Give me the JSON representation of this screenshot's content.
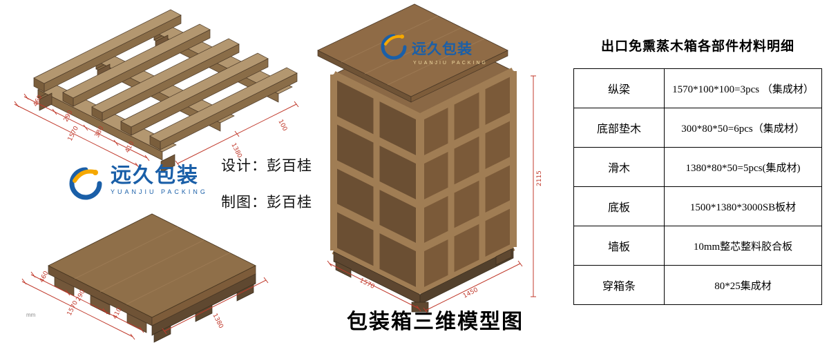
{
  "page": {
    "units_note": "mm"
  },
  "title": "包装箱三维模型图",
  "logo": {
    "cn": "远久包装",
    "en": "YUANJIU PACKING"
  },
  "credits": {
    "design": "设计：彭百桂",
    "draft": "制图：彭百桂"
  },
  "table": {
    "title": "出口免熏蒸木箱各部件材料明细",
    "rows": [
      {
        "part": "纵梁",
        "spec": "1570*100*100=3pcs （集成材）"
      },
      {
        "part": "底部垫木",
        "spec": "300*80*50=6pcs（集成材）"
      },
      {
        "part": "滑木",
        "spec": "1380*80*50=5pcs(集成材)"
      },
      {
        "part": "底板",
        "spec": "1500*1380*3000SB板材"
      },
      {
        "part": "墙板",
        "spec": "10mm整芯整料胶合板"
      },
      {
        "part": "穿箱条",
        "spec": "80*25集成材"
      }
    ]
  },
  "dims": {
    "frame": {
      "left": [
        "460",
        "290",
        "380",
        "410",
        "1570"
      ],
      "right": [
        "1380",
        "100"
      ]
    },
    "deck": {
      "left": [
        "460",
        "290",
        "410",
        "1570"
      ],
      "right": [
        "1380"
      ]
    },
    "crate": {
      "height": "2115",
      "base_right": "1450",
      "base_left": "1570"
    }
  }
}
